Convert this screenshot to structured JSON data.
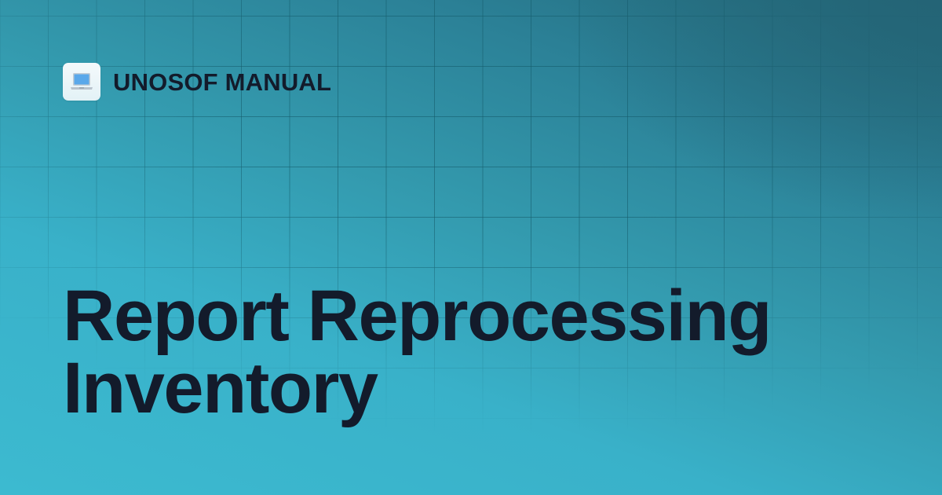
{
  "brand": {
    "icon": "laptop-icon",
    "name": "UNOSOF MANUAL"
  },
  "title": {
    "line1": "Report Reprocessing",
    "line2": "Inventory"
  },
  "colors": {
    "background_light": "#3cbad0",
    "background_dark": "#236878",
    "grid_line": "#145a69",
    "text": "#131b2b",
    "icon_tile": "#eef7fa",
    "laptop_screen": "#5aa8ea",
    "laptop_body": "#b9c3cc"
  }
}
